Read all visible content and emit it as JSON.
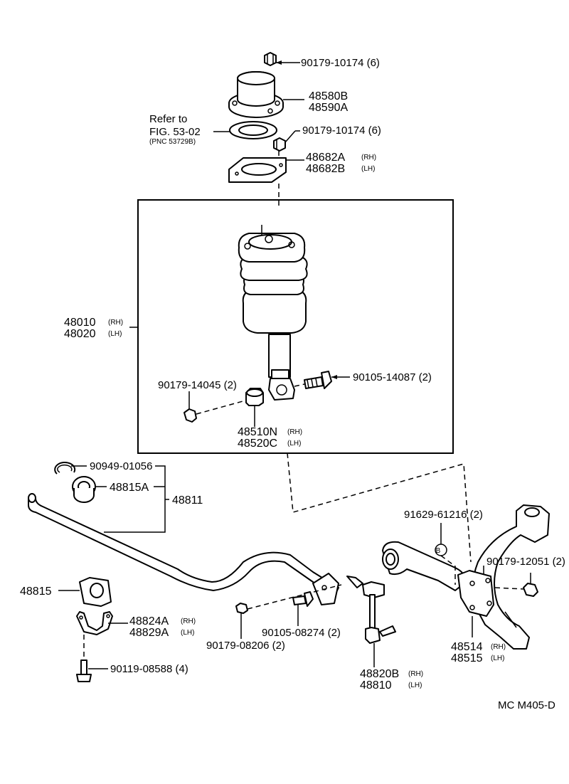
{
  "refer": {
    "line1": "Refer to",
    "line2": "FIG. 53-02",
    "line3": "(PNC 53729B)"
  },
  "callouts": {
    "nut_top": "90179-10174 (6)",
    "mount_a": "48580B",
    "mount_b": "48590A",
    "nut_mid": "90179-10174 (6)",
    "plate_rh": "48682A",
    "plate_lh": "48682B",
    "strut_rh": "48010",
    "strut_lh": "48020",
    "nut_bushing": "90179-14045 (2)",
    "bolt_strut": "90105-14087 (2)",
    "bushing_rh": "48510N",
    "bushing_lh": "48520C",
    "ring": "90949-01056",
    "stab_bushing_a": "48815A",
    "stab_bar": "48811",
    "stab_bushing": "48815",
    "bracket_rh": "48824A",
    "bracket_lh": "48829A",
    "bolt_bracket": "90119-08588 (4)",
    "nut_link": "90179-08206 (2)",
    "bolt_link": "90105-08274 (2)",
    "link_rh": "48820B",
    "link_lh": "48810",
    "bolt_b": "91629-61216 (2)",
    "nut_arm": "90179-12051 (2)",
    "arm_bracket_rh": "48514",
    "arm_bracket_lh": "48515",
    "marker_b": "B"
  },
  "sides": {
    "rh": "(RH)",
    "lh": "(LH)"
  },
  "figure_code": "MC M405-D"
}
